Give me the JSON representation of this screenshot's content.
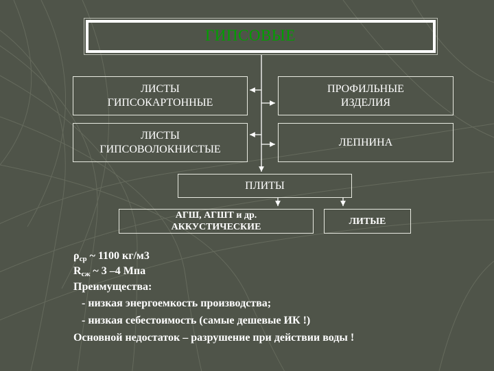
{
  "colors": {
    "background": "#4f5449",
    "title": "#00a000",
    "text": "#ffffff"
  },
  "diagram": {
    "title": "ГИПСОВЫЕ",
    "left_top": [
      "ЛИСТЫ",
      "ГИПСОКАРТОННЫЕ"
    ],
    "right_top": [
      "ПРОФИЛЬНЫЕ",
      "ИЗДЕЛИЯ"
    ],
    "left_mid": [
      "ЛИСТЫ",
      "ГИПСОВОЛОКНИСТЫЕ"
    ],
    "right_mid": "ЛЕПНИНА",
    "plates": "ПЛИТЫ",
    "plates_left": [
      "АГШ, АГШТ и др.",
      "АККУСТИЧЕСКИЕ"
    ],
    "plates_right": "ЛИТЫЕ"
  },
  "properties": {
    "density_symbol": "ρ",
    "density_sub": "ср",
    "density_value": " ~ 1100 кг/м3",
    "strength_symbol": "R",
    "strength_sub": "сж",
    "strength_value": " ~ 3 –4 Мпа",
    "advantages_label": "Преимущества:",
    "advantages": [
      "- низкая энергоемкость производства;",
      "- низкая себестоимость (самые дешевые ИК !)"
    ],
    "drawback": "Основной недостаток – разрушение  при действии воды !"
  }
}
